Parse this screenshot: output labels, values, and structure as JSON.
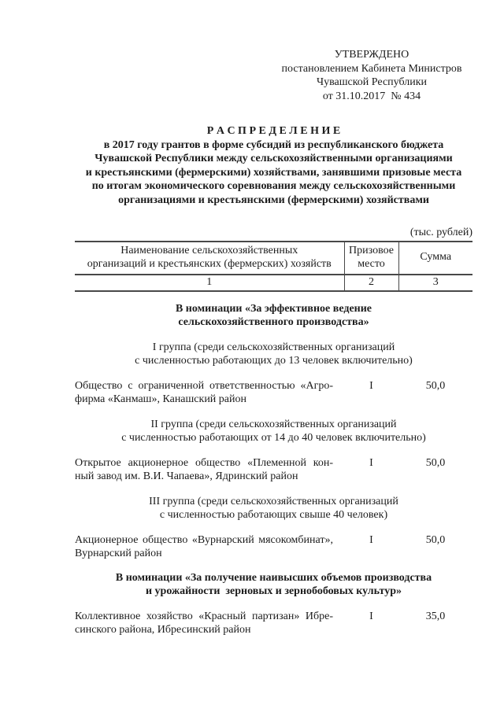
{
  "colors": {
    "background": "#ffffff",
    "text": "#1c1c1c",
    "table_rules": "#484848"
  },
  "approval": {
    "lines": [
      "УТВЕРЖДЕНО",
      "постановлением Кабинета Министров",
      "Чувашской Республики",
      "от 31.10.2017  № 434"
    ]
  },
  "title": {
    "lines": [
      "Р А С П Р Е Д Е Л Е Н И Е",
      "в 2017 году грантов в форме субсидий из республиканского бюджета",
      "Чувашской Республики между сельскохозяйственными организациями",
      "и крестьянскими (фермерскими) хозяйствами, занявшими призовые места",
      "по итогам экономического соревнования между сельскохозяйственными",
      "организациями и крестьянскими (фермерскими) хозяйствами"
    ]
  },
  "units_note": "(тыс. рублей)",
  "table": {
    "header": {
      "col1_lines": [
        "Наименование сельскохозяйственных",
        "организаций и крестьянских (фермерских) хозяйств"
      ],
      "col2_lines": [
        "Призовое",
        "место"
      ],
      "col3": "Сумма"
    },
    "numbering": [
      "1",
      "2",
      "3"
    ]
  },
  "sections": [
    {
      "heading_lines": [
        "В номинации «За эффективное ведение",
        "сельскохозяйственного производства»"
      ],
      "groups": [
        {
          "label_lines": [
            "I группа (среди сельскохозяйственных организаций",
            "с численностью работающих до 13 человек включительно)"
          ],
          "rows": [
            {
              "name_lines": [
                "Общество с ограниченной ответственностью «Агро-",
                "фирма «Канмаш», Канашский район"
              ],
              "place": "I",
              "amount": "50,0"
            }
          ]
        },
        {
          "label_lines": [
            "II группа (среди сельскохозяйственных организаций",
            "с численностью работающих от 14 до 40 человек включительно)"
          ],
          "rows": [
            {
              "name_lines": [
                "Открытое акционерное общество «Племенной кон-",
                "ный завод им. В.И. Чапаева», Ядринский район"
              ],
              "place": "I",
              "amount": "50,0"
            }
          ]
        },
        {
          "label_lines": [
            "III группа (среди сельскохозяйственных организаций",
            "с численностью работающих свыше 40 человек)"
          ],
          "rows": [
            {
              "name_lines": [
                "Акционерное общество «Вурнарский мясокомбинат»,",
                "Вурнарский район"
              ],
              "place": "I",
              "amount": "50,0"
            }
          ]
        }
      ]
    },
    {
      "heading_lines": [
        "В номинации «За получение наивысших объемов производства",
        "и урожайности  зерновых и зернобобовых культур»"
      ],
      "groups": [
        {
          "label_lines": [],
          "rows": [
            {
              "name_lines": [
                "Коллективное хозяйство «Красный партизан» Ибре-",
                "синского района, Ибресинский район"
              ],
              "place": "I",
              "amount": "35,0"
            }
          ]
        }
      ]
    }
  ]
}
